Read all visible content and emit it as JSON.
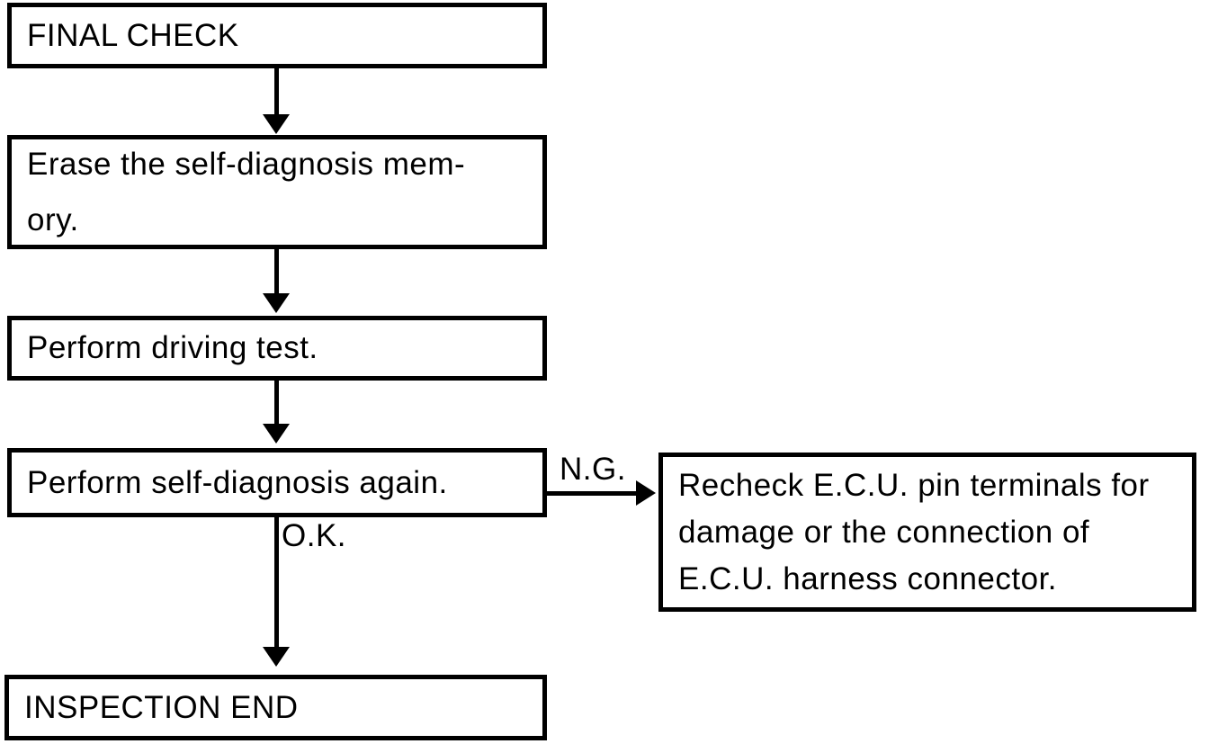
{
  "diagram": {
    "type": "flowchart",
    "colors": {
      "background": "#ffffff",
      "line": "#000000",
      "text": "#000000"
    },
    "nodes": {
      "final_check": {
        "lines": [
          "FINAL CHECK"
        ]
      },
      "erase_memory": {
        "lines": [
          "Erase the self-diagnosis mem-",
          "ory."
        ]
      },
      "driving_test": {
        "lines": [
          "Perform driving test."
        ]
      },
      "self_diagnosis": {
        "lines": [
          "Perform self-diagnosis again."
        ]
      },
      "recheck_ecu": {
        "lines": [
          "Recheck E.C.U. pin terminals for",
          "damage or the connection of",
          "E.C.U. harness connector."
        ]
      },
      "inspection_end": {
        "lines": [
          "INSPECTION END"
        ]
      }
    },
    "edges": [
      {
        "from": "final_check",
        "to": "erase_memory",
        "label": ""
      },
      {
        "from": "erase_memory",
        "to": "driving_test",
        "label": ""
      },
      {
        "from": "driving_test",
        "to": "self_diagnosis",
        "label": ""
      },
      {
        "from": "self_diagnosis",
        "to": "recheck_ecu",
        "label": "N.G."
      },
      {
        "from": "self_diagnosis",
        "to": "inspection_end",
        "label": "O.K."
      }
    ]
  }
}
